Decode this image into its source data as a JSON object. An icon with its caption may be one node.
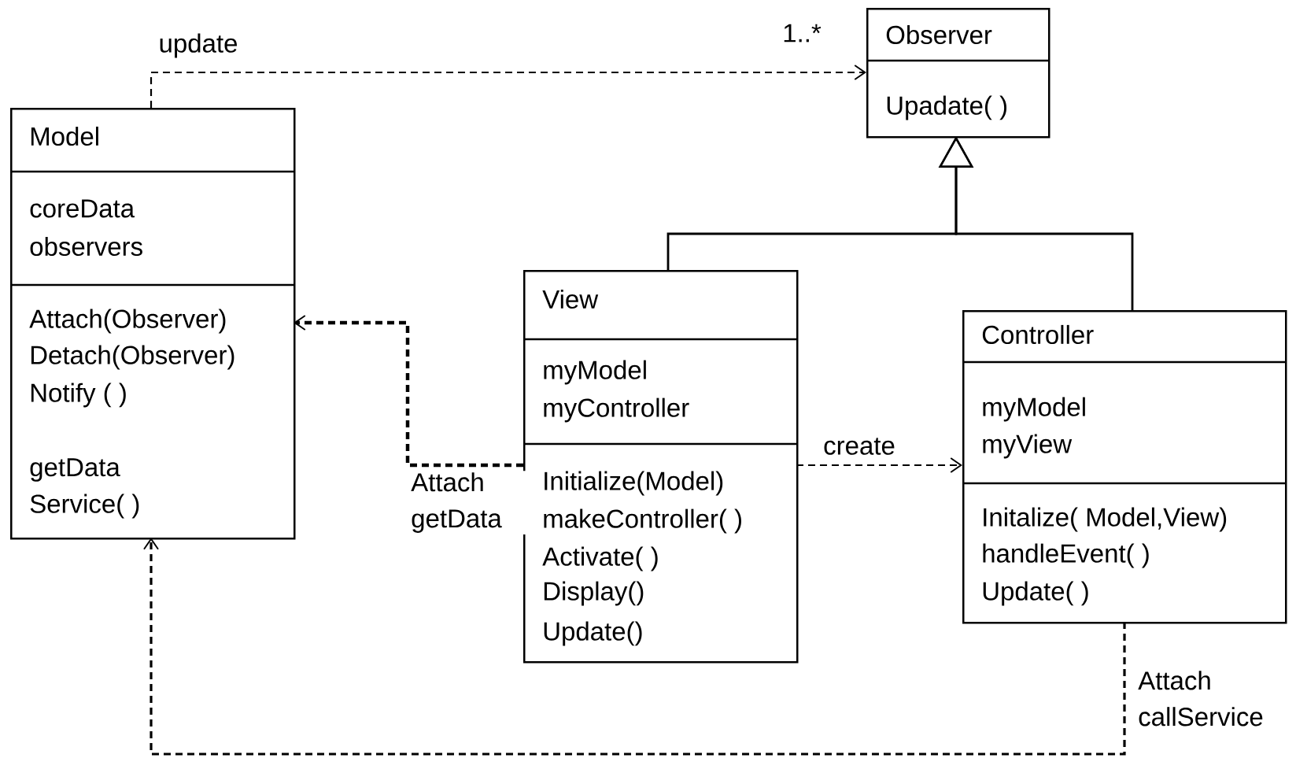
{
  "diagram": {
    "nodes": [
      {
        "text": [
          "Model",
          "coreData",
          "observers",
          "Attach(Observer)",
          "Detach(Observer)",
          "Notify ( )",
          "getData",
          "Service( )"
        ]
      },
      {
        "text": [
          "Observer",
          "Upadate( )"
        ]
      },
      {
        "text": [
          "View",
          "myModel",
          "myController",
          "Initialize(Model)",
          "makeController( )",
          "Activate( )",
          "Display()",
          "Update()"
        ]
      },
      {
        "text": [
          "Controller",
          "myModel",
          "myView",
          "Initalize( Model,View)",
          "handleEvent( )",
          "Update( )"
        ]
      }
    ],
    "edges": [
      {
        "from": 0,
        "to": 1,
        "arrow": "to",
        "label": "update",
        "style": "dashed"
      },
      {
        "from": 2,
        "to": 0,
        "arrow": "to",
        "label": "Attach getData",
        "style": "dashed"
      },
      {
        "from": 2,
        "to": 3,
        "arrow": "to",
        "label": "create",
        "style": "dashed"
      },
      {
        "from": 3,
        "to": 0,
        "arrow": "to",
        "label": "Attach callService",
        "style": "dashed"
      },
      {
        "from": 2,
        "to": 1,
        "arrow": "to"
      },
      {
        "from": 3,
        "to": 1,
        "arrow": "to"
      }
    ],
    "labels": [
      "1..*"
    ]
  }
}
